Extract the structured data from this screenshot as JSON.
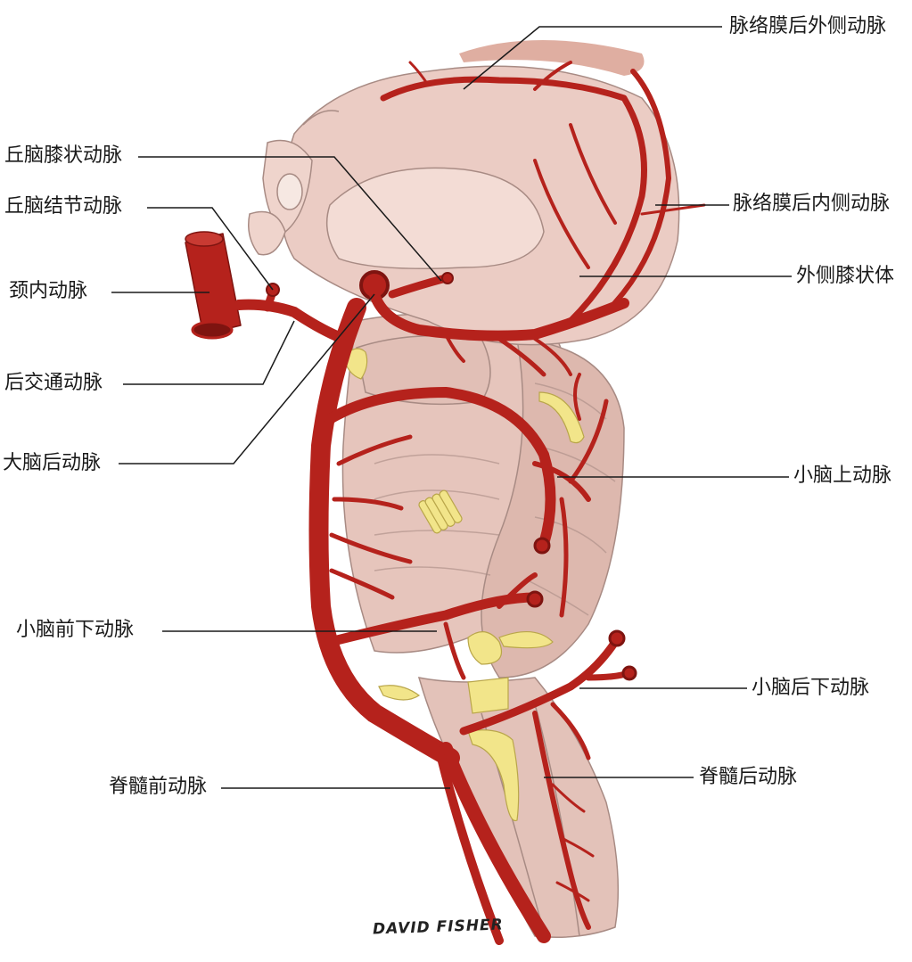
{
  "labels": {
    "choroidal_posterolateral": "脉络膜后外侧动脉",
    "thalamogeniculate": "丘脑膝状动脉",
    "thalamotuberal": "丘脑结节动脉",
    "choroidal_posteromedial": "脉络膜后内侧动脉",
    "internal_carotid": "颈内动脉",
    "lateral_geniculate_body": "外侧膝状体",
    "posterior_communicating": "后交通动脉",
    "posterior_cerebral": "大脑后动脉",
    "superior_cerebellar": "小脑上动脉",
    "anterior_inferior_cerebellar": "小脑前下动脉",
    "posterior_inferior_cerebellar": "小脑后下动脉",
    "posterior_spinal": "脊髓后动脉",
    "anterior_spinal": "脊髓前动脉"
  },
  "signature": "DAVID FISHER",
  "colors": {
    "artery": "#b5221c",
    "artery_dark": "#7e1410",
    "tissue": "#e9c8c0",
    "tissue_shadow": "#cfa9a0",
    "tissue_line": "#a88b84",
    "nerve": "#f2e58a",
    "leader": "#1a1a1a"
  }
}
